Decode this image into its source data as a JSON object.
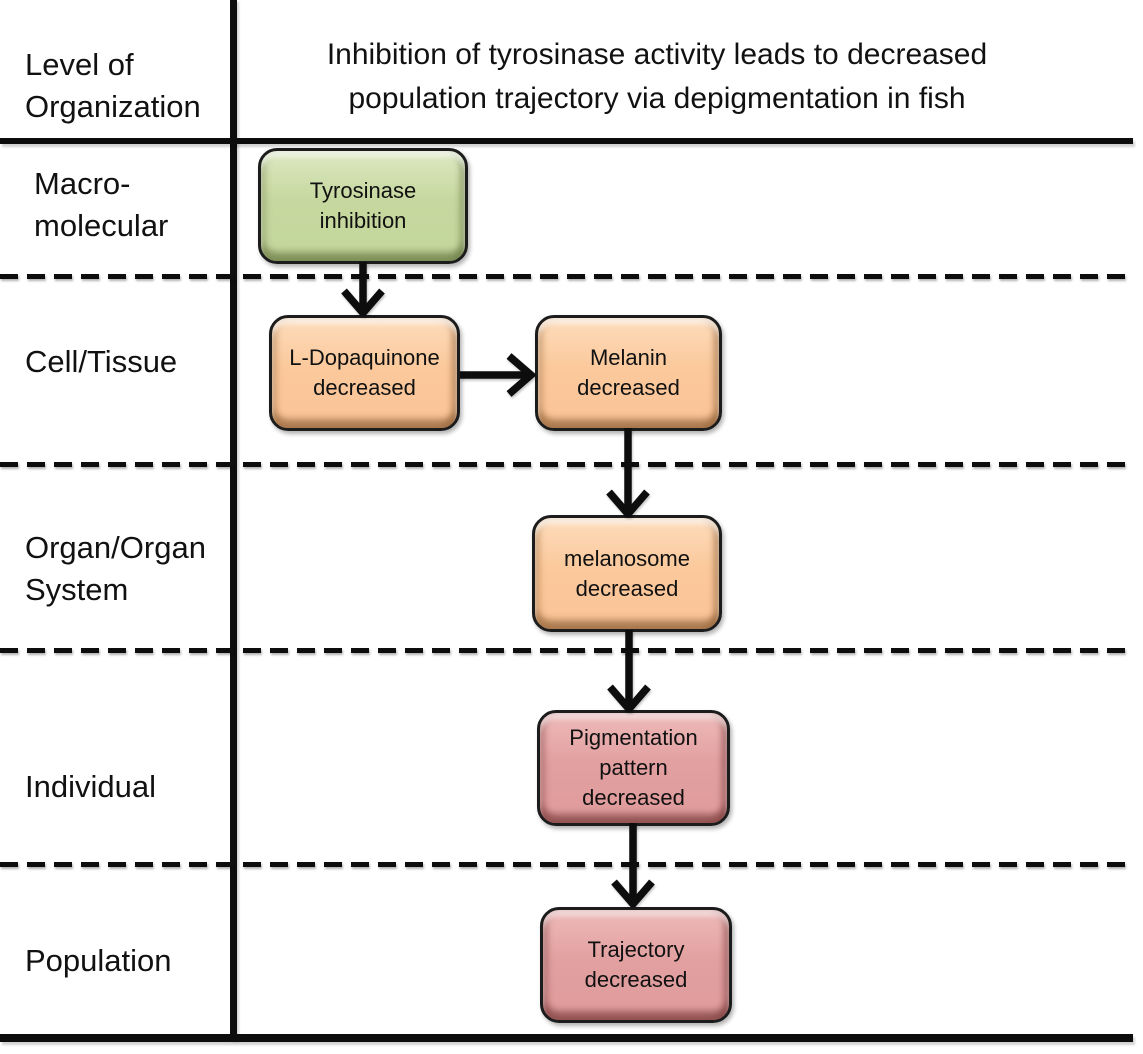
{
  "header": {
    "column_label_lines": [
      "Level of",
      "Organization"
    ],
    "title_lines": [
      "Inhibition of tyrosinase activity leads to decreased",
      "population trajectory via depigmentation in fish"
    ]
  },
  "levels": [
    {
      "id": "macromolecular",
      "lines": [
        "Macro-",
        "molecular"
      ]
    },
    {
      "id": "cell-tissue",
      "lines": [
        "Cell/Tissue"
      ]
    },
    {
      "id": "organ-organ-system",
      "lines": [
        "Organ/Organ",
        "System"
      ]
    },
    {
      "id": "individual",
      "lines": [
        "Individual"
      ]
    },
    {
      "id": "population",
      "lines": [
        "Population"
      ]
    }
  ],
  "nodes": [
    {
      "id": "tyrosinase-inhibition",
      "label": "Tyrosinase inhibition",
      "level": "Macro-molecular",
      "fill": "#c6d89f"
    },
    {
      "id": "l-dopaquinone-decreased",
      "label": "L-Dopaquinone decreased",
      "level": "Cell/Tissue",
      "fill": "#fac397"
    },
    {
      "id": "melanin-decreased",
      "label": "Melanin decreased",
      "level": "Cell/Tissue",
      "fill": "#fac397"
    },
    {
      "id": "melanosome-decreased",
      "label": "melanosome decreased",
      "level": "Organ/Organ System",
      "fill": "#fac397"
    },
    {
      "id": "pigmentation-pattern-decreased",
      "label": "Pigmentation pattern decreased",
      "level": "Individual",
      "fill": "#e09b9b"
    },
    {
      "id": "trajectory-decreased",
      "label": "Trajectory decreased",
      "level": "Population",
      "fill": "#e09b9b"
    }
  ],
  "edges": [
    {
      "from": "tyrosinase-inhibition",
      "to": "l-dopaquinone-decreased",
      "direction": "down"
    },
    {
      "from": "l-dopaquinone-decreased",
      "to": "melanin-decreased",
      "direction": "right"
    },
    {
      "from": "melanin-decreased",
      "to": "melanosome-decreased",
      "direction": "down"
    },
    {
      "from": "melanosome-decreased",
      "to": "pigmentation-pattern-decreased",
      "direction": "down"
    },
    {
      "from": "pigmentation-pattern-decreased",
      "to": "trajectory-decreased",
      "direction": "down"
    }
  ],
  "colors": {
    "background": "#ffffff",
    "line": "#0d0d0d",
    "text": "#111111",
    "node_green": "#c6d89f",
    "node_orange": "#fac397",
    "node_pink": "#e09b9b"
  }
}
